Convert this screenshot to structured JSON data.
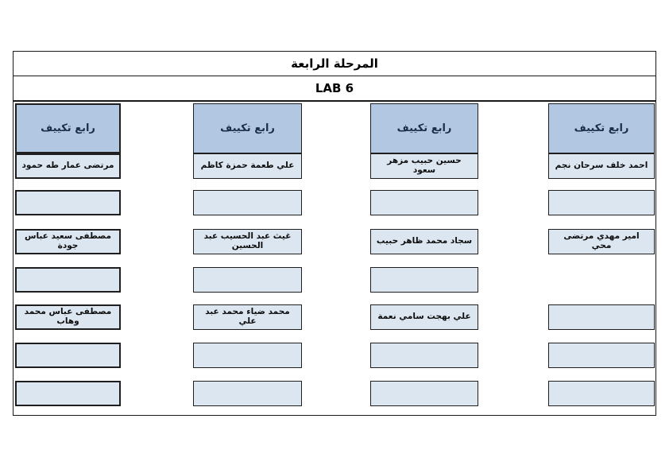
{
  "page": {
    "title": "المرحلة الرابعة",
    "lab": "LAB 6"
  },
  "colors": {
    "header_fill": "#b2c7e1",
    "cell_fill": "#dce6f1",
    "border": "#1f1f1f"
  },
  "columns": [
    {
      "header": "رابع تكييف",
      "rows": [
        {
          "text": "مرتضى عمار طه حمود"
        },
        {
          "text": ""
        },
        {
          "text": "مصطفى سعيد عباس جودة"
        },
        {
          "text": ""
        },
        {
          "text": "مصطفى عباس محمد وهاب"
        },
        {
          "text": ""
        },
        {
          "text": ""
        }
      ]
    },
    {
      "header": "رابع تكييف",
      "rows": [
        {
          "text": "علي طعمة حمزة كاظم"
        },
        {
          "text": ""
        },
        {
          "text": "غيث عبد الحسيب عبد الحسين"
        },
        {
          "text": ""
        },
        {
          "text": "محمد ضياء محمد عبد علي"
        },
        {
          "text": ""
        },
        {
          "text": ""
        }
      ]
    },
    {
      "header": "رابع تكييف",
      "rows": [
        {
          "text": "حسين حبيب مزهر سعود"
        },
        {
          "text": ""
        },
        {
          "text": "سجاد محمد ظاهر حبيب"
        },
        {
          "text": ""
        },
        {
          "text": "علي بهجت سامي نعمة"
        },
        {
          "text": ""
        },
        {
          "text": ""
        }
      ]
    },
    {
      "header": "رابع تكييف",
      "rows": [
        {
          "text": "احمد خلف سرحان نجم"
        },
        {
          "text": ""
        },
        {
          "text": "امير مهدي مرتضى محي"
        },
        {
          "text": "",
          "present": false
        },
        {
          "text": ""
        },
        {
          "text": ""
        },
        {
          "text": ""
        }
      ]
    }
  ]
}
